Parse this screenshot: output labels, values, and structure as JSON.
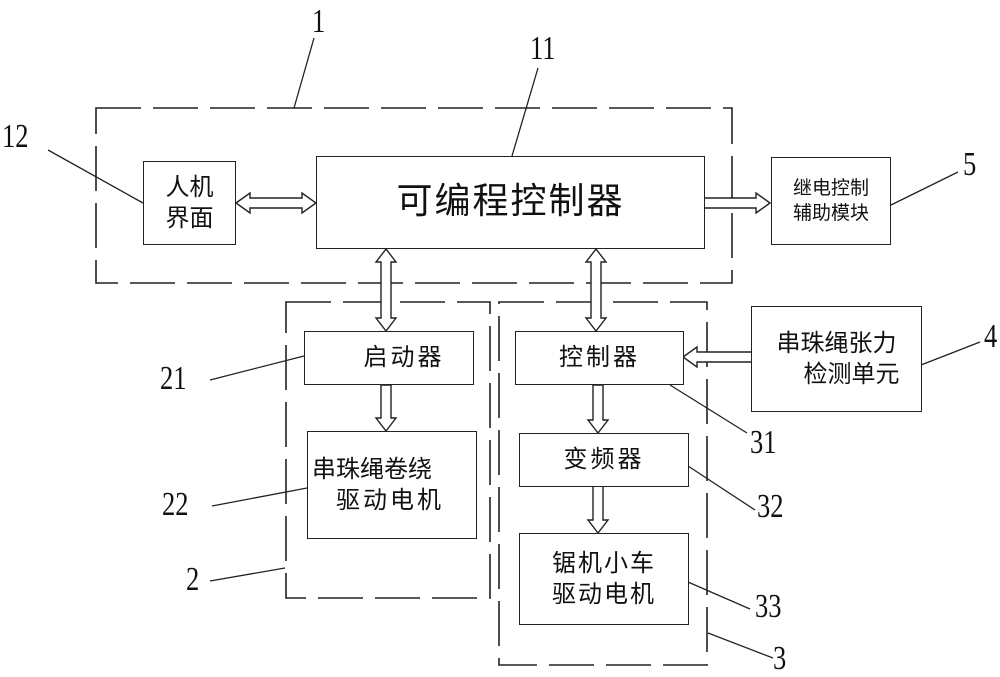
{
  "diagram": {
    "type": "block-diagram",
    "groups": [
      {
        "id": "1",
        "label": "1",
        "contains": [
          "11",
          "12"
        ]
      },
      {
        "id": "2",
        "label": "2",
        "contains": [
          "21",
          "22"
        ]
      },
      {
        "id": "3",
        "label": "3",
        "contains": [
          "31",
          "32",
          "33"
        ]
      }
    ],
    "blocks": {
      "plc": {
        "ref": "11",
        "lines": [
          "可编程控制器"
        ]
      },
      "hmi": {
        "ref": "12",
        "lines": [
          "人机",
          "界面"
        ]
      },
      "relay": {
        "ref": "5",
        "lines": [
          "继电控制",
          "辅助模块"
        ]
      },
      "starter": {
        "ref": "21",
        "lines": [
          "启动器"
        ]
      },
      "winding_motor": {
        "ref": "22",
        "lines": [
          "串珠绳卷绕",
          "驱动电机"
        ]
      },
      "controller": {
        "ref": "31",
        "lines": [
          "控制器"
        ]
      },
      "vfd": {
        "ref": "32",
        "lines": [
          "变频器"
        ]
      },
      "saw_motor": {
        "ref": "33",
        "lines": [
          "锯机小车",
          "驱动电机"
        ]
      },
      "tension": {
        "ref": "4",
        "lines": [
          "串珠绳张力",
          "检测单元"
        ]
      }
    },
    "connections": [
      {
        "from": "hmi",
        "to": "plc",
        "type": "bidirectional"
      },
      {
        "from": "plc",
        "to": "relay",
        "type": "unidirectional"
      },
      {
        "from": "plc",
        "to": "starter",
        "type": "bidirectional"
      },
      {
        "from": "plc",
        "to": "controller",
        "type": "bidirectional"
      },
      {
        "from": "starter",
        "to": "winding_motor",
        "type": "unidirectional"
      },
      {
        "from": "tension",
        "to": "controller",
        "type": "unidirectional"
      },
      {
        "from": "controller",
        "to": "vfd",
        "type": "unidirectional"
      },
      {
        "from": "vfd",
        "to": "saw_motor",
        "type": "unidirectional"
      }
    ],
    "reference_labels": {
      "g1": "1",
      "plc": "11",
      "hmi": "12",
      "relay": "5",
      "tension": "4",
      "starter": "21",
      "winding_motor": "22",
      "g2": "2",
      "controller": "31",
      "vfd": "32",
      "saw_motor": "33",
      "g3": "3"
    }
  }
}
